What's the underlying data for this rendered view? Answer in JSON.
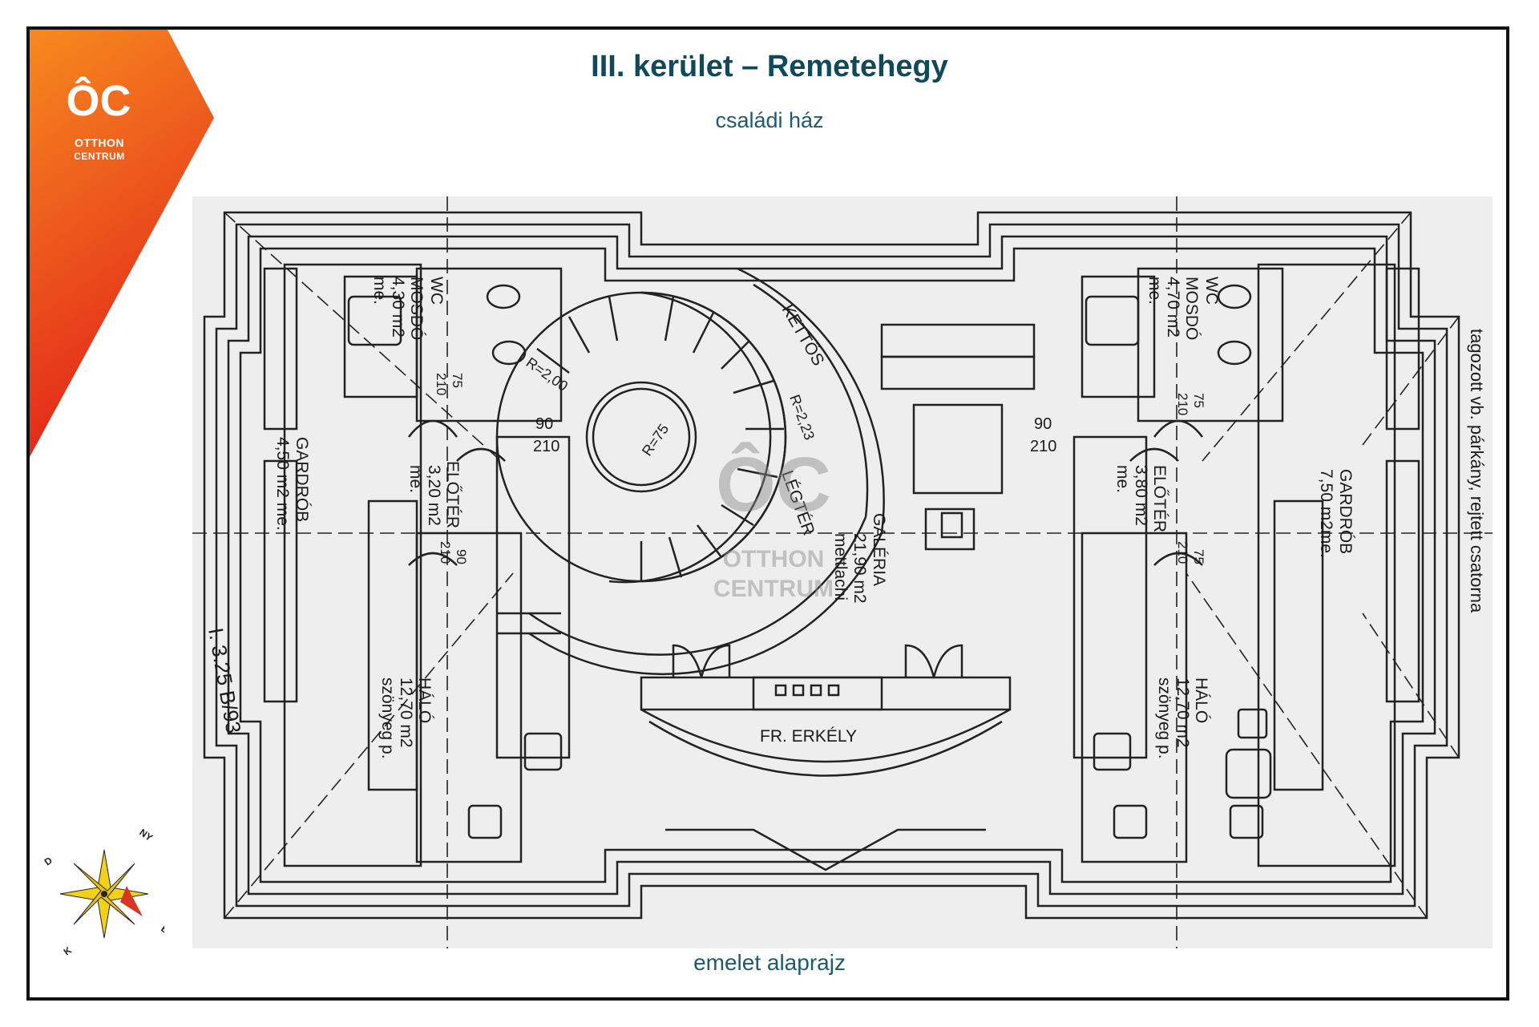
{
  "header": {
    "title": "III. kerület – Remetehegy",
    "subtitle": "családi ház"
  },
  "logo": {
    "monogram": "ÔC",
    "line1": "OTTHON",
    "line2": "CENTRUM"
  },
  "watermark": {
    "monogram": "ÔC",
    "line1": "OTTHON",
    "line2": "CENTRUM"
  },
  "floorplan": {
    "caption": "emelet alaprajz",
    "rooms": {
      "wc_left": "WC",
      "mosdo_left": "MOSDÓ",
      "mosdo_left_area": "4,30 m2",
      "mosdo_left_floor": "me.",
      "wc_right": "WC",
      "mosdo_right": "MOSDÓ",
      "mosdo_right_area": "4,70 m2",
      "mosdo_right_floor": "me.",
      "eloter_left": "ELŐTÉR",
      "eloter_left_area": "3,20 m2",
      "eloter_left_floor": "me.",
      "eloter_right": "ELŐTÉR",
      "eloter_right_area": "3,80 m2",
      "eloter_right_floor": "me.",
      "gardrob_left": "GARDRÓB",
      "gardrob_left_area": "4,50 m2 me.",
      "gardrob_right": "GARDRÓB",
      "gardrob_right_area": "7,50 m2me.",
      "halo_left": "HÁLÓ",
      "halo_left_area": "12,70 m2",
      "halo_left_floor": "szönyeg p.",
      "halo_right": "HÁLÓ",
      "halo_right_area": "12,70 m2",
      "halo_right_floor": "szönyeg p.",
      "galeria": "GALÉRIA",
      "galeria_area": "21,90 m2",
      "galeria_floor": "mettlachi",
      "ketos": "KETTŐS",
      "legter": "LÉGTÉR",
      "erkely": "FR. ERKÉLY",
      "side_note": "tagozott vb. párkány, rejtett csatorna"
    },
    "dims": {
      "r_200": "R=2,00",
      "r_223": "R=2,23",
      "r_75": "R=75",
      "d90_left": "90",
      "d210_left": "210",
      "d90_right": "90",
      "d210_right": "210",
      "d75_a": "75",
      "d210_a": "210",
      "d75_b": "75",
      "d210_b": "210",
      "d90_c": "90",
      "d210_c": "210",
      "d75_d": "75",
      "d210_d": "210"
    },
    "margin_note": "I. 3.25 B/93"
  },
  "compass": {
    "ny": "NY",
    "d": "D",
    "e": "É",
    "k": "K"
  },
  "colors": {
    "title": "#0f4a5c",
    "badge_top": "#f58220",
    "badge_bottom": "#e2231a",
    "paper": "#eeeeee"
  }
}
